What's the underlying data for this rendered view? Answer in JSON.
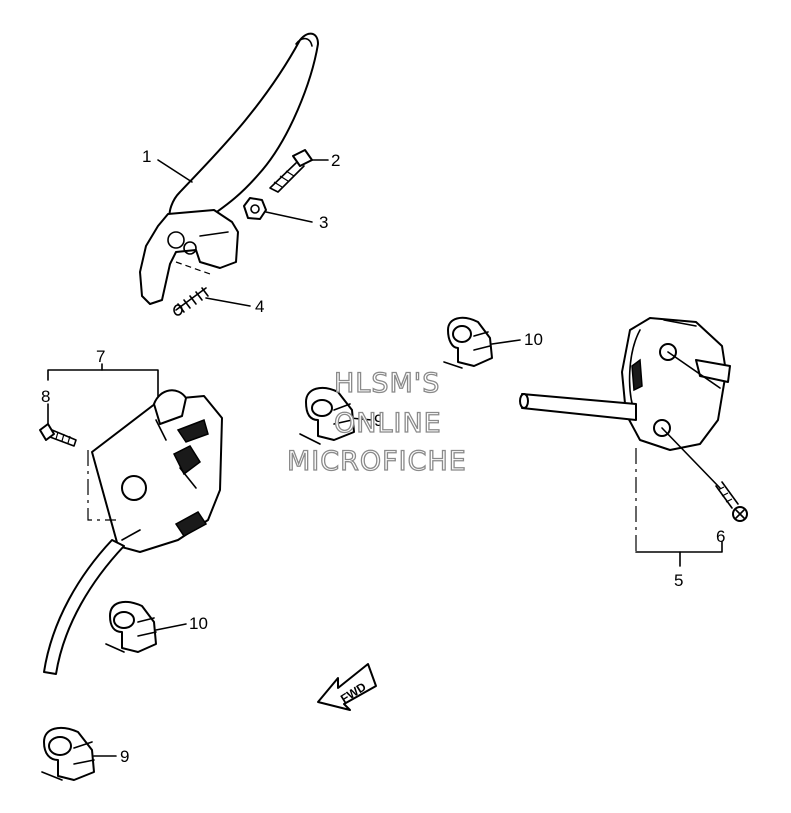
{
  "callouts": {
    "c1": "1",
    "c2": "2",
    "c3": "3",
    "c4": "4",
    "c5": "5",
    "c6": "6",
    "c7": "7",
    "c8": "8",
    "c9a": "9",
    "c9b": "9",
    "c10a": "10",
    "c10b": "10"
  },
  "watermark": {
    "line1": "HLSM'S",
    "line2": "ONLINE",
    "line3": "MICROFICHE"
  },
  "arrow_label": "FWD"
}
